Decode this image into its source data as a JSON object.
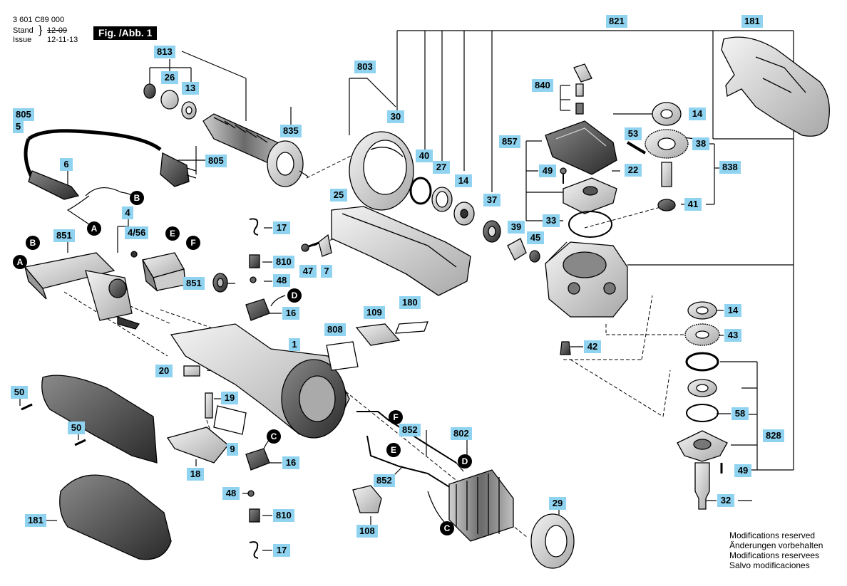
{
  "header": {
    "doc_number": "3 601 C89 000",
    "stand_label": "Stand",
    "issue_label": "Issue",
    "stand_date": "12-09",
    "issue_date": "12-11-13",
    "figure_label": "Fig. /Abb. 1"
  },
  "modifications": [
    "Modifications reserved",
    "Änderungen vorbehalten",
    "Modifications reservees",
    "Salvo modificaciones"
  ],
  "parts": {
    "p821": "821",
    "p181a": "181",
    "p813": "813",
    "p26": "26",
    "p13": "13",
    "p803": "803",
    "p30": "30",
    "p40": "40",
    "p27": "27",
    "p14a": "14",
    "p37": "37",
    "p835": "835",
    "p805a": "805",
    "p5": "5",
    "p805b": "805",
    "p6": "6",
    "p840": "840",
    "p857": "857",
    "p53": "53",
    "p22": "22",
    "p14b": "14",
    "p38": "38",
    "p838": "838",
    "p49a": "49",
    "p41": "41",
    "p33": "33",
    "p4": "4",
    "p456": "4/56",
    "p851a": "851",
    "p25": "25",
    "p17a": "17",
    "p810a": "810",
    "p48a": "48",
    "p16a": "16",
    "p851b": "851",
    "p47": "47",
    "p7": "7",
    "p39": "39",
    "p45": "45",
    "p109": "109",
    "p180": "180",
    "p808": "808",
    "p1": "1",
    "p14c": "14",
    "p43": "43",
    "p42": "42",
    "p20": "20",
    "p50a": "50",
    "p19": "19",
    "p50b": "50",
    "p9": "9",
    "p852a": "852",
    "p802": "802",
    "p58": "58",
    "p828": "828",
    "p18": "18",
    "p16b": "16",
    "p852b": "852",
    "p49b": "49",
    "p48b": "48",
    "p810b": "810",
    "p108": "108",
    "p29": "29",
    "p32": "32",
    "p181b": "181",
    "p17b": "17"
  },
  "connectors": {
    "a": "A",
    "b": "B",
    "c": "C",
    "d": "D",
    "e": "E",
    "f": "F"
  }
}
